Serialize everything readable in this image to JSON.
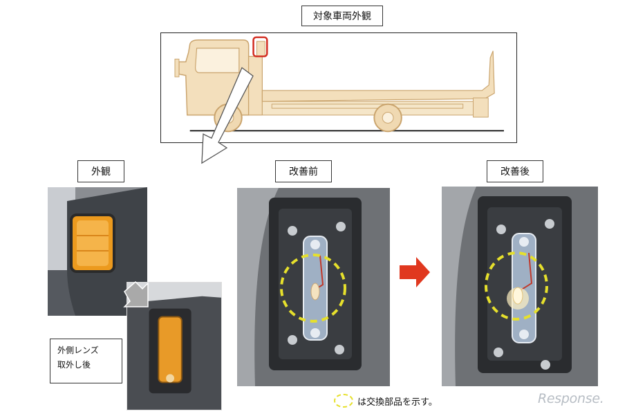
{
  "title": "対象車両外観",
  "panels": {
    "exterior": "外観",
    "before": "改善前",
    "after": "改善後"
  },
  "caption": {
    "line1": "外側レンズ",
    "line2": "取外し後"
  },
  "legend": {
    "text": "は交換部品を示す。"
  },
  "watermark": "Response.",
  "colors": {
    "truck_fill": "#f3dfbc",
    "truck_stroke": "#caa46d",
    "highlight_red": "#d22a1e",
    "dashed_circle": "#e6e02c",
    "amber_lens": "#ec9a1e",
    "arrow_red": "#e0381f",
    "arrow_gray": "#a9a9a9"
  }
}
